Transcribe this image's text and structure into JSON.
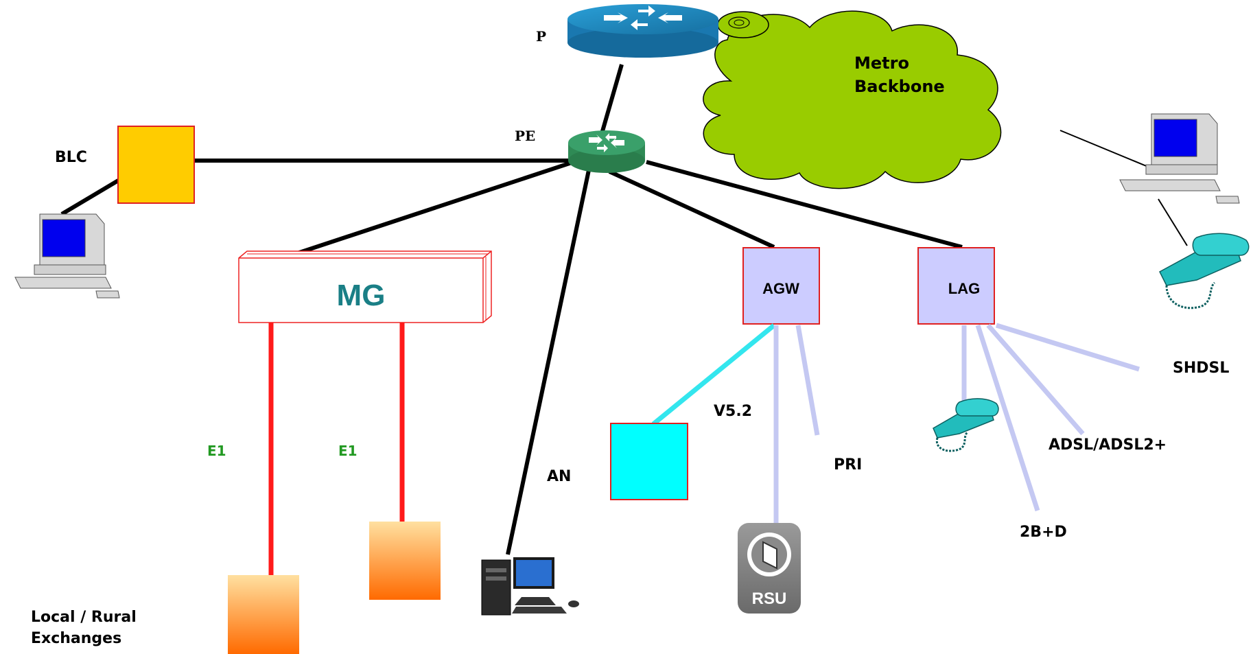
{
  "nodes": {
    "p": "P",
    "pe": "PE",
    "blc": "BLC",
    "mg": "MG",
    "agw": "AGW",
    "lag": "LAG",
    "an": "AN",
    "rsu": "RSU",
    "cloud": "Metro\nBackbone",
    "exchanges": "Local / Rural\nExchanges"
  },
  "links": {
    "e1_left": "E1",
    "e1_right": "E1",
    "v52": "V5.2",
    "pri": "PRI",
    "isdn": "2B+D",
    "adsl": "ADSL/ADSL2+",
    "shdsl": "SHDSL"
  },
  "colors": {
    "backbone_line": "#000000",
    "e1_line": "#ff1a1a",
    "v52_line": "#33e6ee",
    "access_line": "#c4c8f2",
    "blc_fill": "#ffcc00",
    "agw_fill": "#ccccff",
    "v52_node_fill": "#00ffff",
    "cloud_fill": "#99cc00",
    "mg_text": "#1a7f86",
    "e1_text": "#229922"
  }
}
